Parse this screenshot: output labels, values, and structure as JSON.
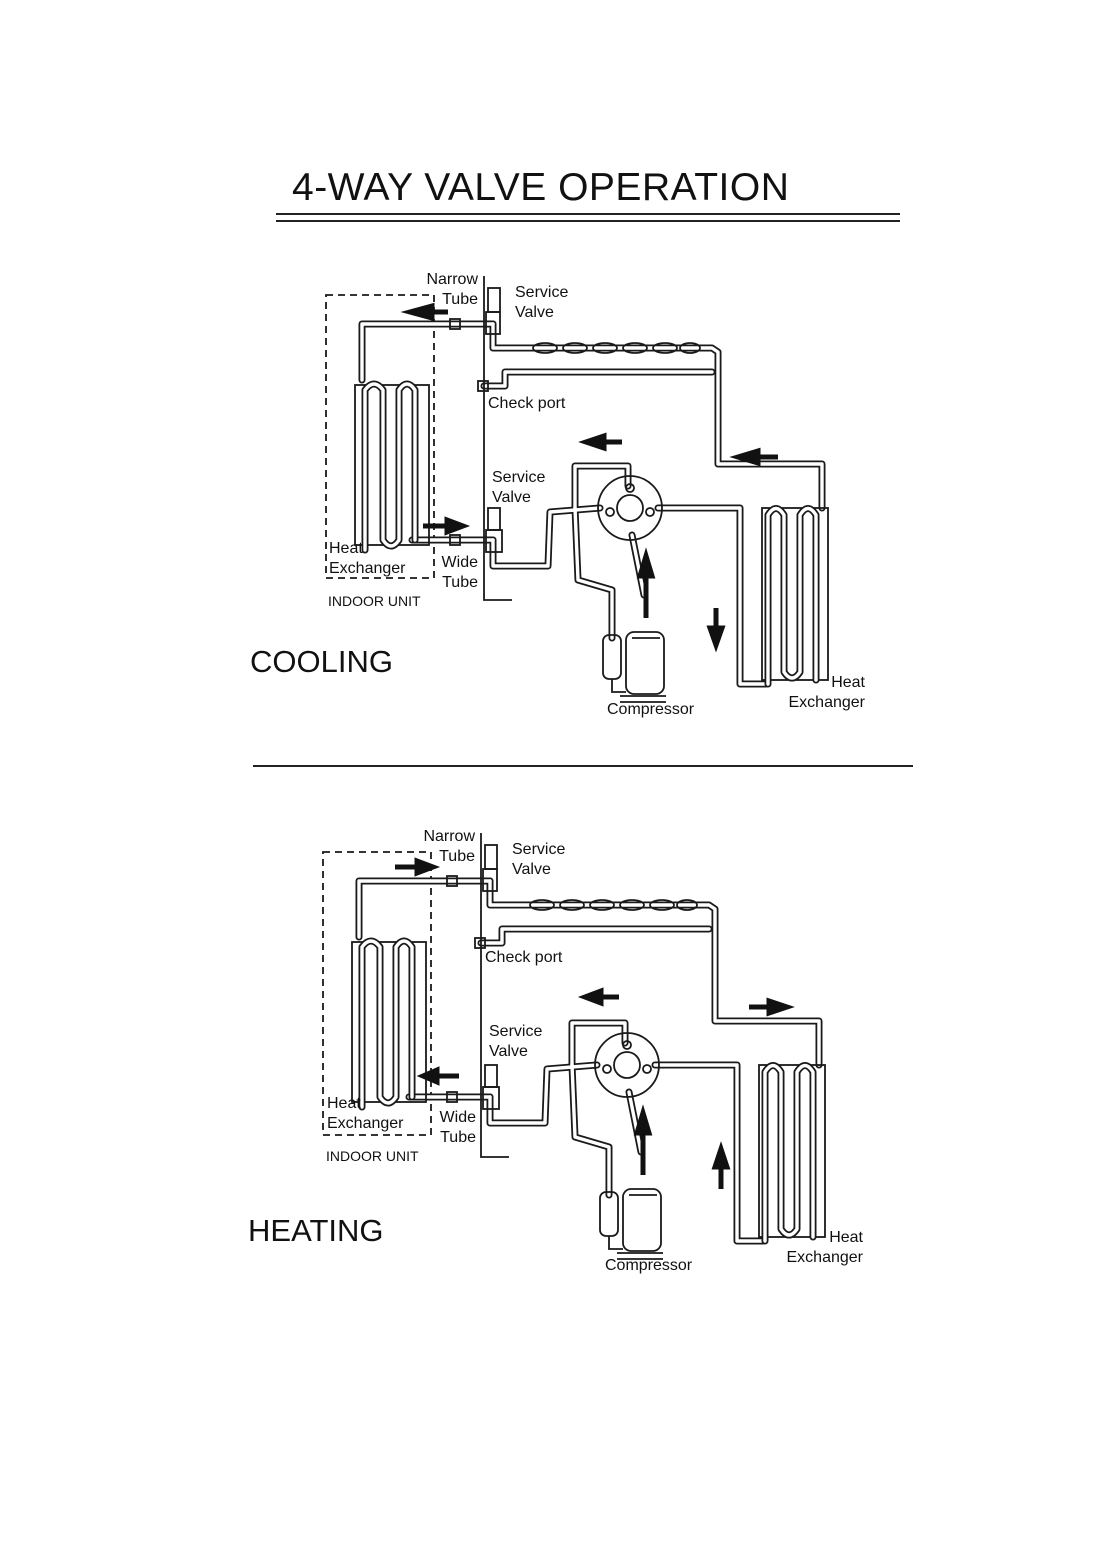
{
  "title": "4-WAY VALVE OPERATION",
  "panels": [
    {
      "mode": "COOLING",
      "labels": {
        "narrow_tube": [
          "Narrow",
          "Tube"
        ],
        "service_valve_top": [
          "Service",
          "Valve"
        ],
        "check_port": "Check port",
        "service_valve_bottom": [
          "Service",
          "Valve"
        ],
        "indoor_heat_exchanger": [
          "Heat",
          "Exchanger"
        ],
        "wide_tube": [
          "Wide",
          "Tube"
        ],
        "indoor_unit": "INDOOR UNIT",
        "compressor": "Compressor",
        "outdoor_heat_exchanger": [
          "Heat",
          "Exchanger"
        ]
      }
    },
    {
      "mode": "HEATING",
      "labels": {
        "narrow_tube": [
          "Narrow",
          "Tube"
        ],
        "service_valve_top": [
          "Service",
          "Valve"
        ],
        "check_port": "Check port",
        "service_valve_bottom": [
          "Service",
          "Valve"
        ],
        "indoor_heat_exchanger": [
          "Heat",
          "Exchanger"
        ],
        "wide_tube": [
          "Wide",
          "Tube"
        ],
        "indoor_unit": "INDOOR UNIT",
        "compressor": "Compressor",
        "outdoor_heat_exchanger": [
          "Heat",
          "Exchanger"
        ]
      }
    }
  ]
}
